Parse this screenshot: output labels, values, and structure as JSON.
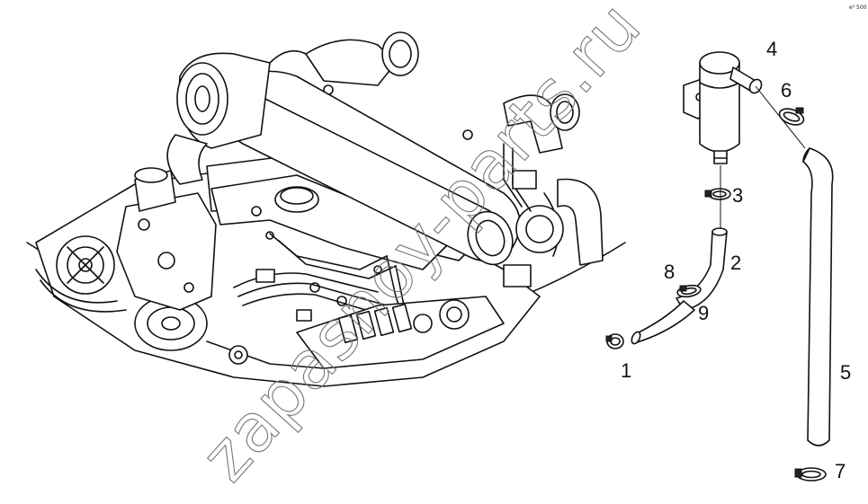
{
  "watermark": "zapasnoy-parts.ru",
  "corner_code": "e⁰ 500",
  "callouts": [
    {
      "id": "1",
      "label": "1"
    },
    {
      "id": "2",
      "label": "2"
    },
    {
      "id": "3",
      "label": "3"
    },
    {
      "id": "4",
      "label": "4"
    },
    {
      "id": "5",
      "label": "5"
    },
    {
      "id": "6",
      "label": "6"
    },
    {
      "id": "7",
      "label": "7"
    },
    {
      "id": "8",
      "label": "8"
    },
    {
      "id": "9",
      "label": "9"
    }
  ],
  "colors": {
    "line": "#111111",
    "background": "#ffffff",
    "watermark": "#777777"
  }
}
